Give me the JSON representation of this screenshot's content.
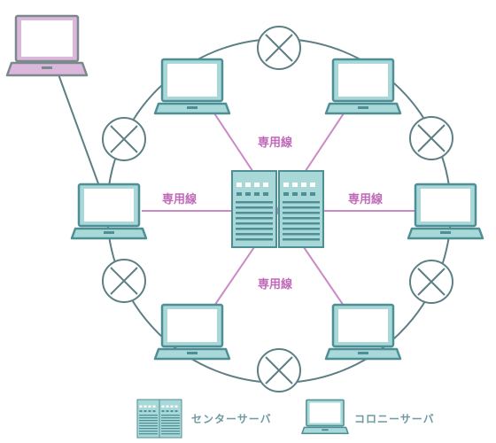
{
  "labels": {
    "dedicated_line": "専用線"
  },
  "legend": {
    "center_server": "センターサーバ",
    "colony_server": "コロニーサーバ"
  },
  "colors": {
    "ring": "#5d7f84",
    "dedicated_line": "#c98ac5",
    "device_fill": "#a9d8d8",
    "device_stroke": "#4e8f95",
    "highlight_fill": "#dbb7db",
    "highlight_stroke": "#7a8a8c"
  },
  "icons": {
    "router": "router-cross-icon",
    "laptop": "laptop-icon",
    "server": "server-rack-icon"
  }
}
